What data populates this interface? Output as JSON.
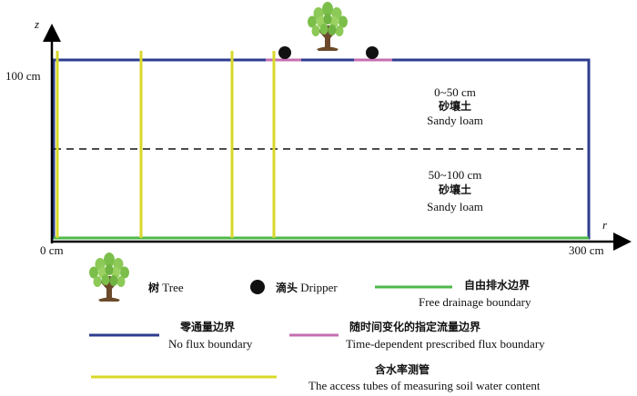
{
  "axes": {
    "z_label": "z",
    "r_label": "r",
    "z_tick_100": "100 cm",
    "origin": "0 cm",
    "r_tick_300": "300 cm"
  },
  "layers": {
    "top": {
      "range": "0~50 cm",
      "cn": "砂壤土",
      "en": "Sandy loam"
    },
    "bottom": {
      "range": "50~100 cm",
      "cn": "砂壤土",
      "en": "Sandy loam"
    }
  },
  "legend": {
    "tree": {
      "cn": "树",
      "en": "Tree"
    },
    "dripper": {
      "cn": "滴头",
      "en": "Dripper"
    },
    "free_drainage": {
      "cn": "自由排水边界",
      "en": "Free drainage boundary"
    },
    "no_flux": {
      "cn": "零通量边界",
      "en": "No flux boundary"
    },
    "time_flux": {
      "cn": "随时间变化的指定流量边界",
      "en": "Time-dependent prescribed flux boundary"
    },
    "access_tubes": {
      "cn": "含水率测管",
      "en": "The access tubes of measuring soil water content"
    }
  },
  "colors": {
    "no_flux": "#2e3d8f",
    "free_drainage": "#4db848",
    "flux": "#c46fb0",
    "access_tube": "#d8d82a",
    "tree_leaf": "#7bbf4a",
    "tree_trunk": "#6b4a2b"
  }
}
